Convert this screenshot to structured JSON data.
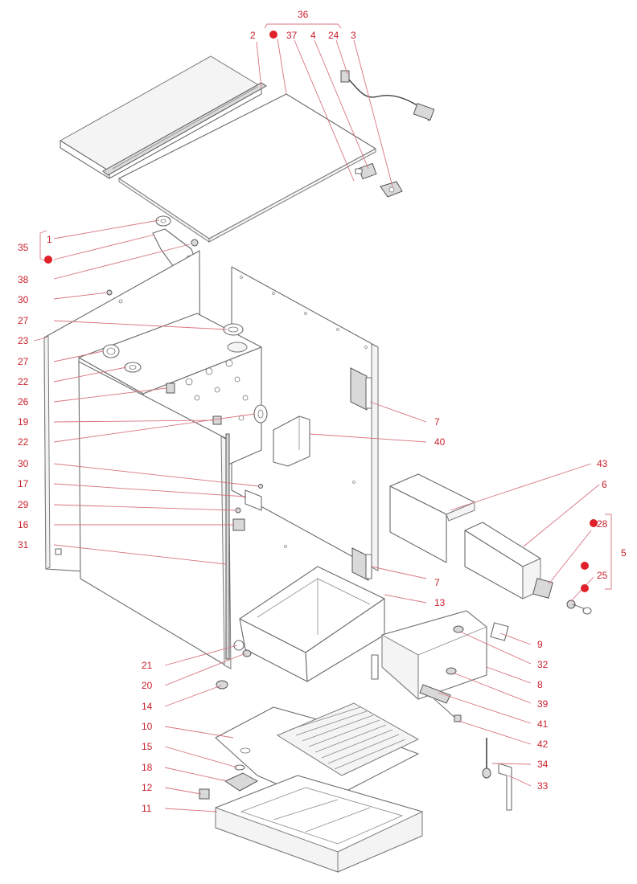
{
  "diagram": {
    "callouts": [
      {
        "id": "c36",
        "text": "36"
      },
      {
        "id": "c2",
        "text": "2"
      },
      {
        "id": "c37",
        "text": "37"
      },
      {
        "id": "c4",
        "text": "4"
      },
      {
        "id": "c24",
        "text": "24"
      },
      {
        "id": "c3",
        "text": "3"
      },
      {
        "id": "c35",
        "text": "35"
      },
      {
        "id": "c1",
        "text": "1"
      },
      {
        "id": "c38",
        "text": "38"
      },
      {
        "id": "c30a",
        "text": "30"
      },
      {
        "id": "c27a",
        "text": "27"
      },
      {
        "id": "c23",
        "text": "23"
      },
      {
        "id": "c27b",
        "text": "27"
      },
      {
        "id": "c22a",
        "text": "22"
      },
      {
        "id": "c26",
        "text": "26"
      },
      {
        "id": "c19",
        "text": "19"
      },
      {
        "id": "c22b",
        "text": "22"
      },
      {
        "id": "c30b",
        "text": "30"
      },
      {
        "id": "c17",
        "text": "17"
      },
      {
        "id": "c29",
        "text": "29"
      },
      {
        "id": "c16",
        "text": "16"
      },
      {
        "id": "c31",
        "text": "31"
      },
      {
        "id": "c7a",
        "text": "7"
      },
      {
        "id": "c40",
        "text": "40"
      },
      {
        "id": "c43",
        "text": "43"
      },
      {
        "id": "c6",
        "text": "6"
      },
      {
        "id": "c28",
        "text": "28"
      },
      {
        "id": "c5",
        "text": "5"
      },
      {
        "id": "c25",
        "text": "25"
      },
      {
        "id": "c7b",
        "text": "7"
      },
      {
        "id": "c13",
        "text": "13"
      },
      {
        "id": "c9",
        "text": "9"
      },
      {
        "id": "c32",
        "text": "32"
      },
      {
        "id": "c8",
        "text": "8"
      },
      {
        "id": "c39",
        "text": "39"
      },
      {
        "id": "c41",
        "text": "41"
      },
      {
        "id": "c42",
        "text": "42"
      },
      {
        "id": "c21",
        "text": "21"
      },
      {
        "id": "c20",
        "text": "20"
      },
      {
        "id": "c14",
        "text": "14"
      },
      {
        "id": "c10",
        "text": "10"
      },
      {
        "id": "c15",
        "text": "15"
      },
      {
        "id": "c18",
        "text": "18"
      },
      {
        "id": "c12",
        "text": "12"
      },
      {
        "id": "c11",
        "text": "11"
      },
      {
        "id": "c34",
        "text": "34"
      },
      {
        "id": "c33",
        "text": "33"
      }
    ],
    "colors": {
      "callout": "#c8202c",
      "marker": "#e0202a",
      "line": "#6b6b6b"
    }
  }
}
